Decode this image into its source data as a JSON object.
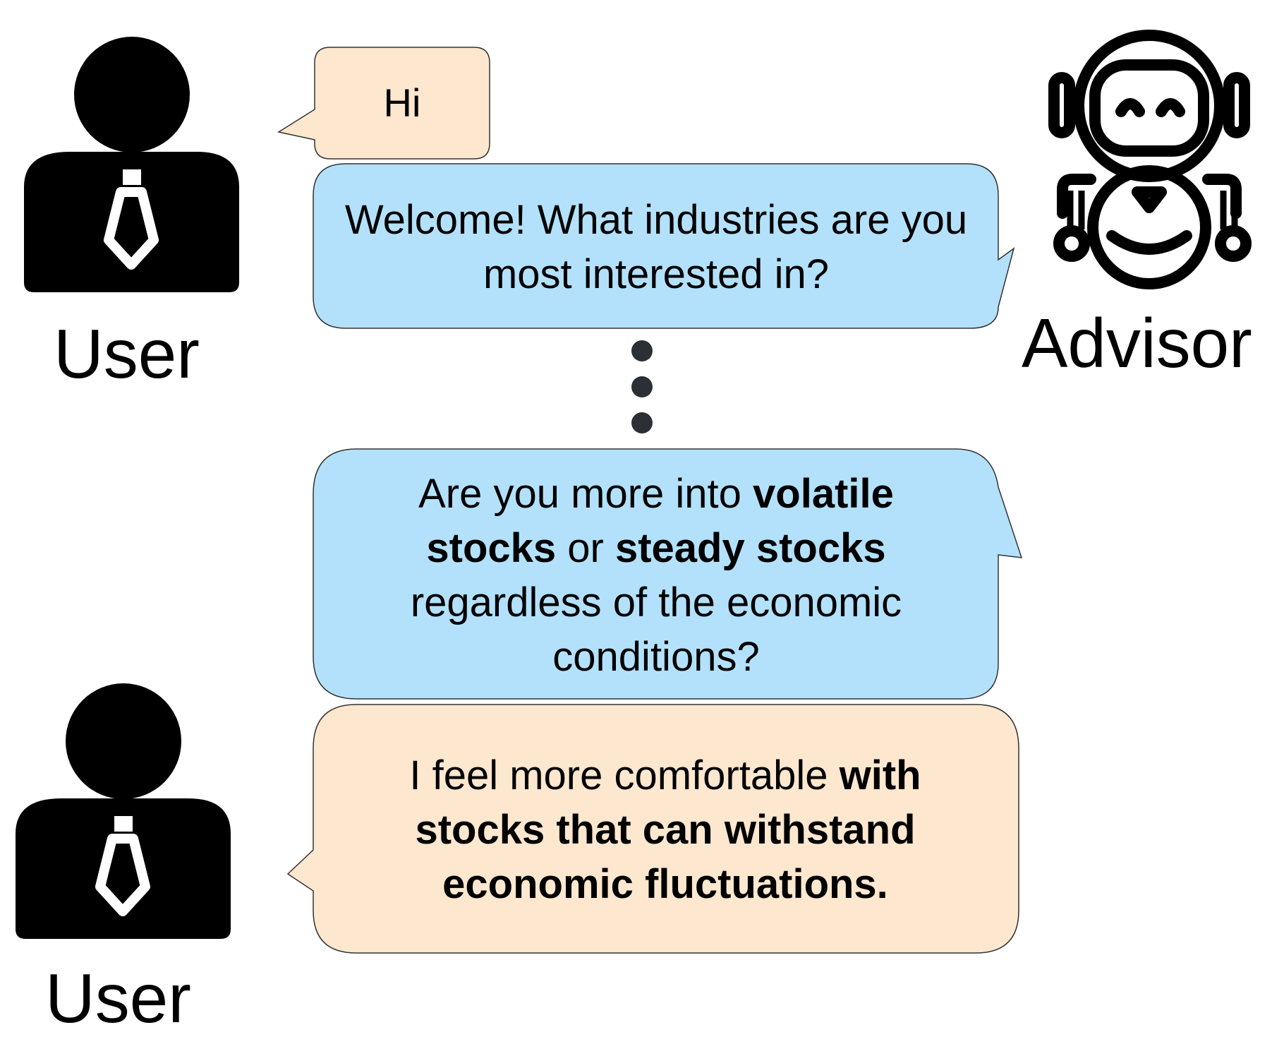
{
  "participants": {
    "user_top_label": "User",
    "advisor_label": "Advisor",
    "user_bottom_label": "User"
  },
  "messages": [
    {
      "speaker": "user",
      "segments": [
        {
          "text": "Hi",
          "bold": false
        }
      ]
    },
    {
      "speaker": "advisor",
      "segments": [
        {
          "text": "Welcome! What industries are you most interested in?",
          "bold": false
        }
      ]
    },
    {
      "speaker": "advisor",
      "segments": [
        {
          "text": "Are you more into ",
          "bold": false
        },
        {
          "text": "volatile stocks",
          "bold": true
        },
        {
          "text": " or ",
          "bold": false
        },
        {
          "text": "steady stocks",
          "bold": true
        },
        {
          "text": " regardless of the economic conditions?",
          "bold": false
        }
      ]
    },
    {
      "speaker": "user",
      "segments": [
        {
          "text": "I feel more comfortable ",
          "bold": false
        },
        {
          "text": "with stocks that can withstand economic fluctuations.",
          "bold": true
        }
      ]
    }
  ],
  "colors": {
    "user_bubble": "#fde7cf",
    "advisor_bubble": "#b3e1fb",
    "bubble_border": "#333333",
    "ellipsis_dots": "#2b2f36"
  },
  "icons": {
    "user": "businessman-icon",
    "advisor": "robot-icon",
    "continuation": "vertical-ellipsis-icon"
  }
}
